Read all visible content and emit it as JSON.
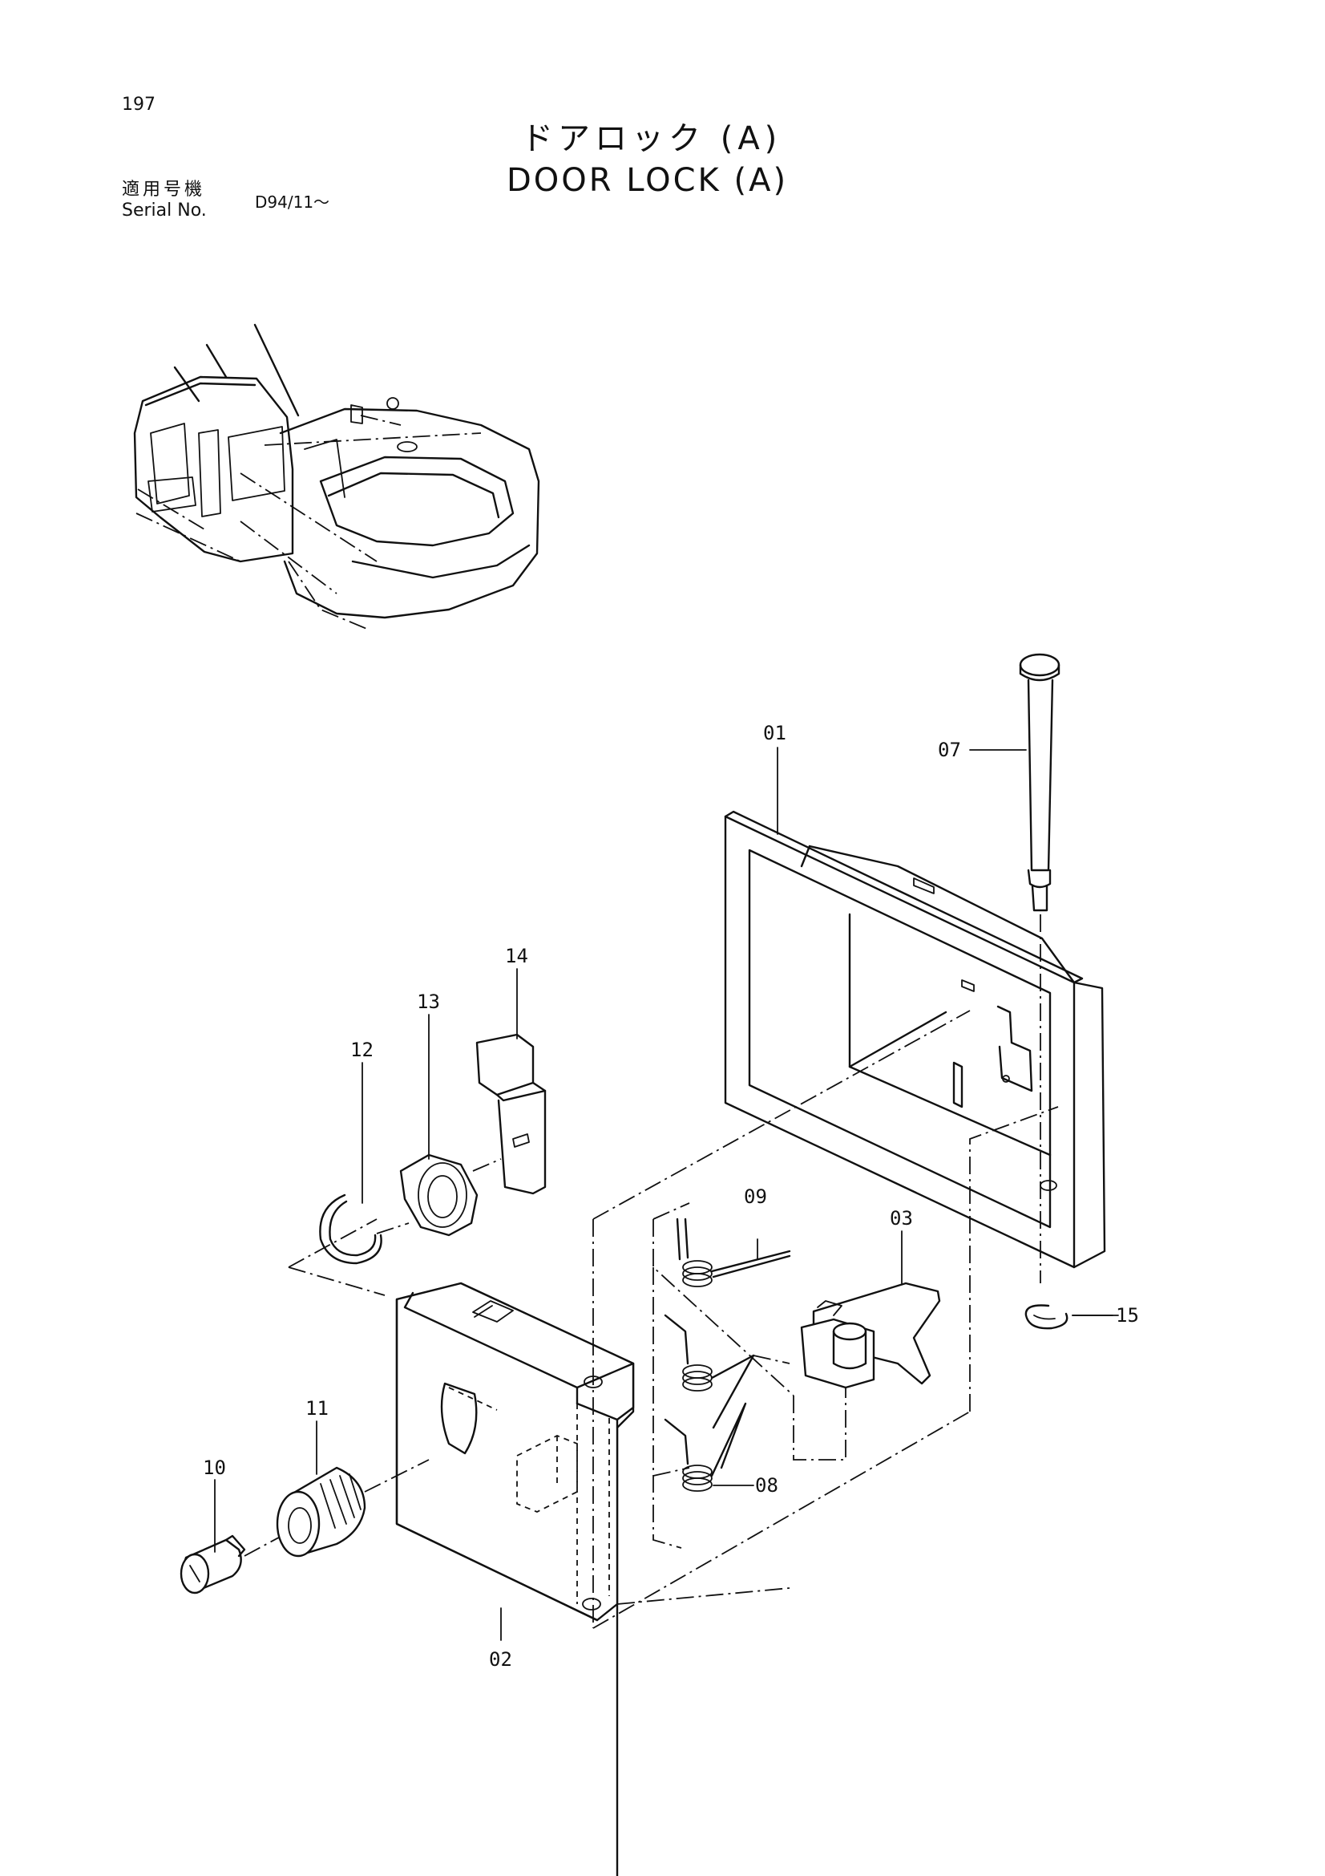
{
  "header": {
    "page_number": "197",
    "title_jp": "ドアロック (A)",
    "title_en": "DOOR LOCK (A)",
    "serial_label_jp": "適用号機",
    "serial_label_en": "Serial No.",
    "serial_value": "D94/11～"
  },
  "callouts": [
    {
      "id": "01",
      "label": "01"
    },
    {
      "id": "02",
      "label": "02"
    },
    {
      "id": "03",
      "label": "03"
    },
    {
      "id": "07",
      "label": "07"
    },
    {
      "id": "08",
      "label": "08"
    },
    {
      "id": "09",
      "label": "09"
    },
    {
      "id": "10",
      "label": "10"
    },
    {
      "id": "11",
      "label": "11"
    },
    {
      "id": "12",
      "label": "12"
    },
    {
      "id": "13",
      "label": "13"
    },
    {
      "id": "14",
      "label": "14"
    },
    {
      "id": "15",
      "label": "15"
    }
  ]
}
